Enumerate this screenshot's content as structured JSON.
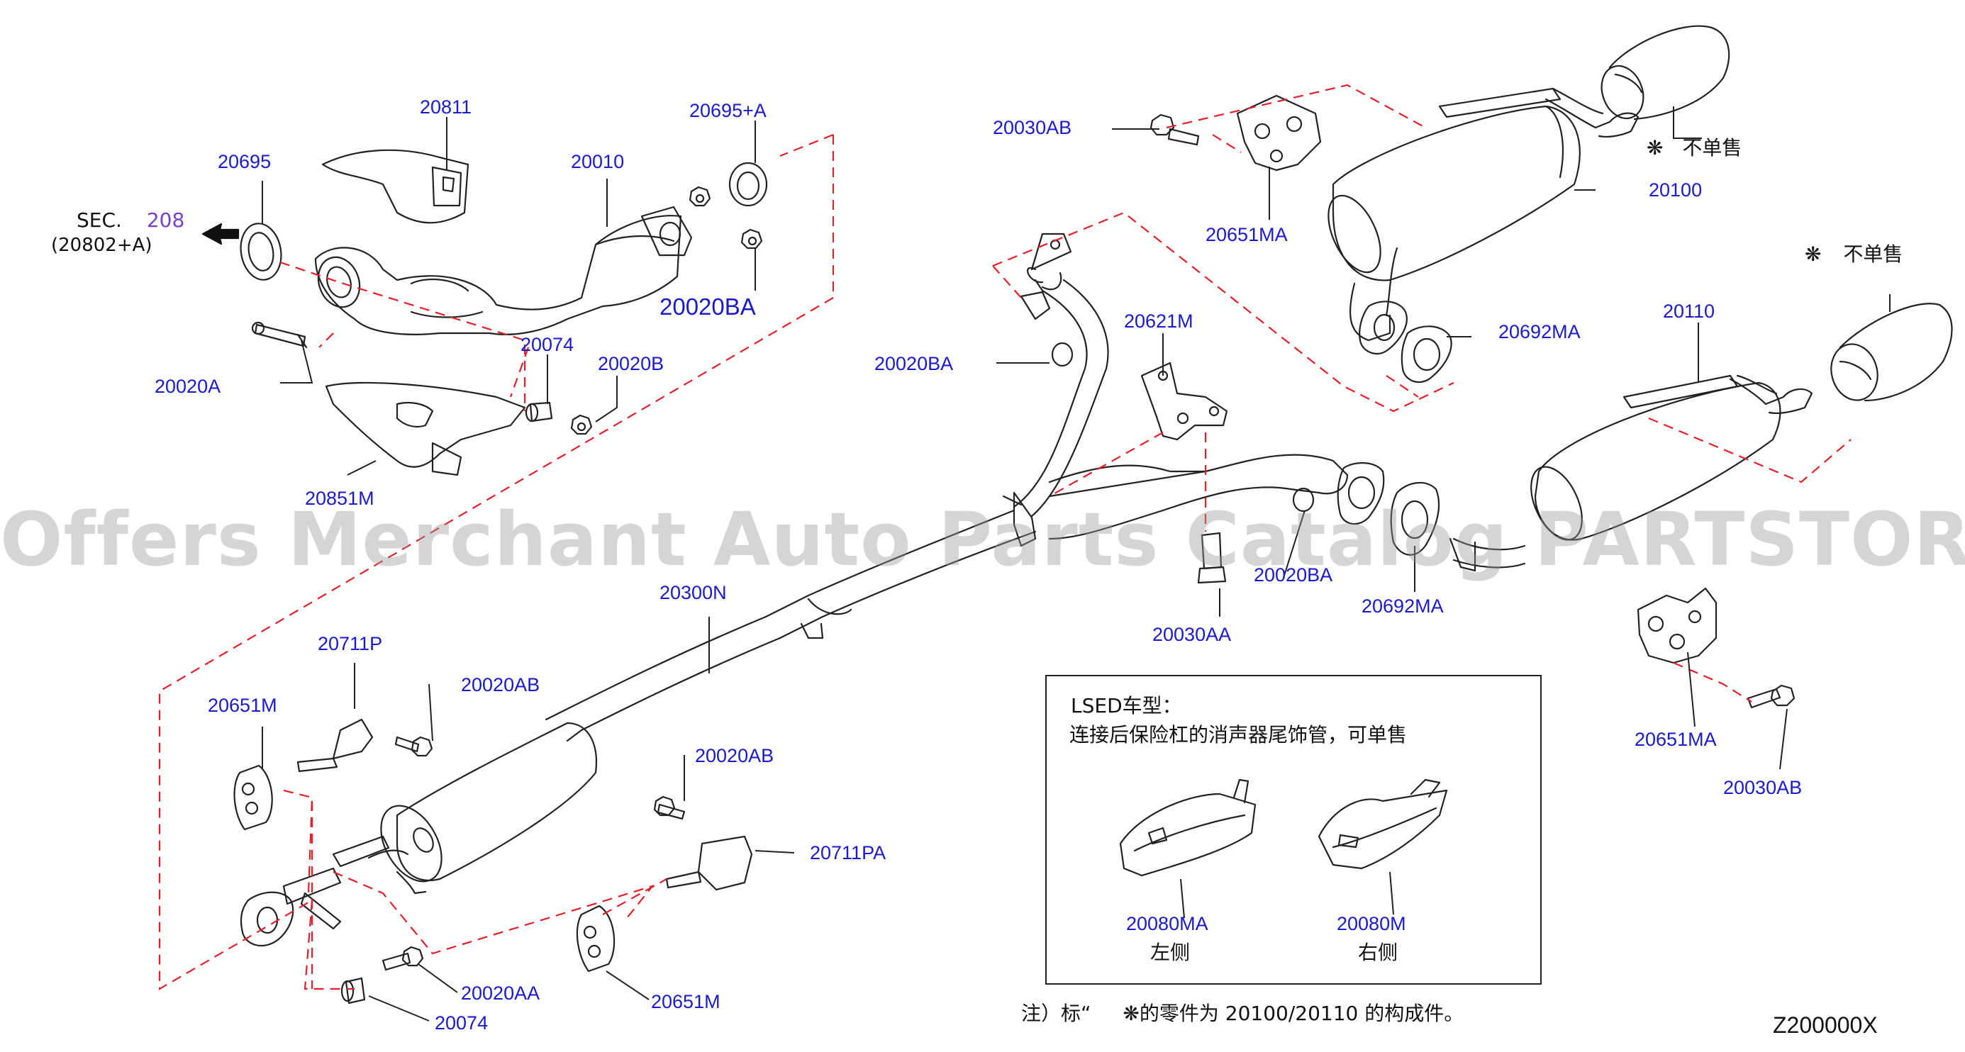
{
  "sec_ref": {
    "prefix": "SEC.",
    "number": "208",
    "sub": "(20802+A)"
  },
  "labels": {
    "p20811": "20811",
    "p20695A": "20695+A",
    "p20695": "20695",
    "p20010": "20010",
    "p20020BA_top": "20020BA",
    "p20074_top": "20074",
    "p20020B": "20020B",
    "p20020A": "20020A",
    "p20851M": "20851M",
    "p20030AB_top": "20030AB",
    "p20651MA_top": "20651MA",
    "p20100": "20100",
    "p20692MA_top": "20692MA",
    "p20110": "20110",
    "p20621M": "20621M",
    "p20020BA_mid": "20020BA",
    "p20020BA_right": "20020BA",
    "p20692MA_bot": "20692MA",
    "p20030AA": "20030AA",
    "p20300N": "20300N",
    "p20711P": "20711P",
    "p20020AB_a": "20020AB",
    "p20651M_left": "20651M",
    "p20020AB_b": "20020AB",
    "p20711PA": "20711PA",
    "p20020AA": "20020AA",
    "p20074_bot": "20074",
    "p20651M_bot": "20651M",
    "p20651MA_right": "20651MA",
    "p20030AB_right": "20030AB"
  },
  "not_sold_separately": {
    "symbol": "❋",
    "text": "不单售"
  },
  "lsed_box": {
    "title": "LSED车型：",
    "subtitle": "连接后保险杠的消声器尾饰管，可单售",
    "left_part": "20080MA",
    "left_side": "左侧",
    "right_part": "20080M",
    "right_side": "右侧"
  },
  "footnote": {
    "pre": "注）标“",
    "symbol": "❋",
    "post": "的零件为 20100/20110  的构成件。"
  },
  "diagram_code": "Z200000X",
  "watermark": "Offers Merchant Auto Parts Catalog PARTSTORE.SA",
  "colors": {
    "label": "#1a1acc",
    "guide": "#e0202a",
    "line": "#222222",
    "sec_number": "#7a3fc8",
    "watermark": "#969696"
  }
}
